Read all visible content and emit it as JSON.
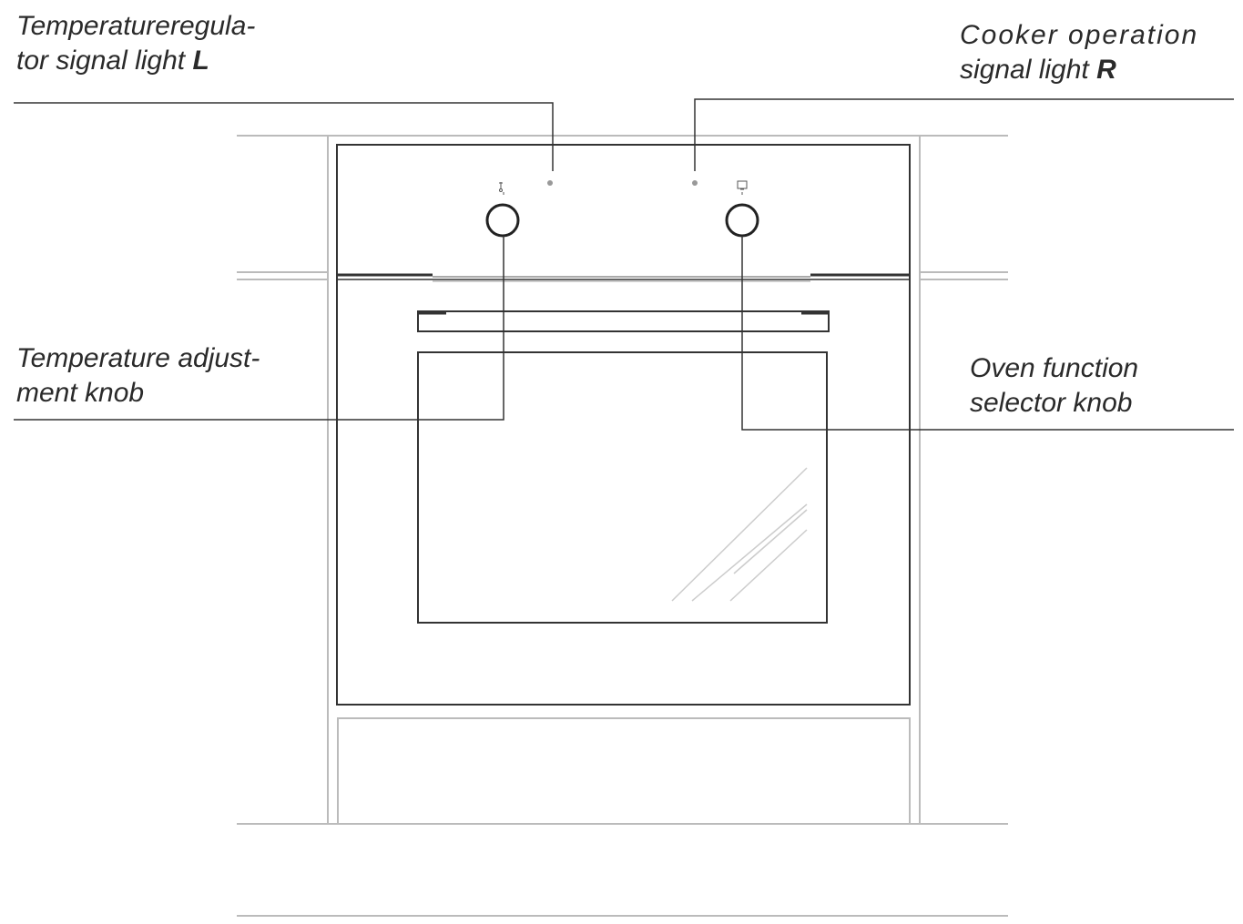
{
  "labels": {
    "temp_signal_light": {
      "line1": "Temperatureregula-",
      "line2": "tor signal light ",
      "letter": "L"
    },
    "cooker_signal_light": {
      "line1": "Cooker operation",
      "line2": "signal light ",
      "letter": "R"
    },
    "temp_knob": {
      "line1": "Temperature adjust-",
      "line2": "ment knob"
    },
    "function_knob": {
      "line1": "Oven function",
      "line2": "selector knob"
    }
  },
  "icons": {
    "temp_knob_icon": "thermometer-icon",
    "function_knob_icon": "oven-function-icon"
  },
  "colors": {
    "line": "#333333",
    "cabinet": "#bbbbbb"
  }
}
